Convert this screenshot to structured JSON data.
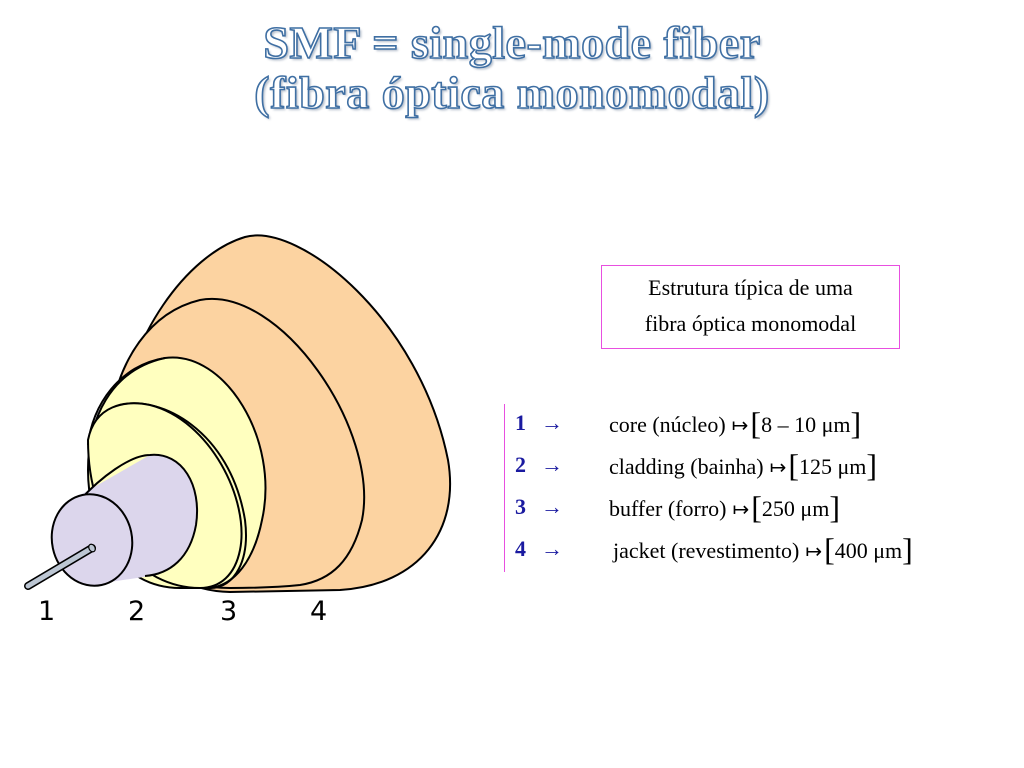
{
  "title": {
    "line1": "SMF = single-mode fiber",
    "line2": "(fibra óptica monomodal)"
  },
  "caption": {
    "line1": "Estrutura típica de uma",
    "line2": "fibra óptica monomodal"
  },
  "diagram_labels": [
    "1",
    "2",
    "3",
    "4"
  ],
  "layers": [
    {
      "num": "1",
      "arrow": "→",
      "desc": "core (núcleo)",
      "maps": "↦",
      "value": "8 – 10 μm"
    },
    {
      "num": "2",
      "arrow": "→",
      "desc": "cladding (bainha)",
      "maps": "↦",
      "value": "125 μm"
    },
    {
      "num": "3",
      "arrow": "→",
      "desc": "buffer (forro)",
      "maps": "↦",
      "value": "250 μm"
    },
    {
      "num": "4",
      "arrow": "→",
      "desc": "jacket (revestimento)",
      "maps": "↦",
      "value": "400 μm"
    }
  ],
  "colors": {
    "jacket": "#fcd3a1",
    "buffer": "#fcd3a1",
    "cladding": "#ffffbf",
    "core": "#dcd6ec",
    "fiber_tip": "#bcc6d3",
    "accent_border": "#e84fe0",
    "number_color": "#1a1aa0",
    "title_outline": "#3f6fa3"
  }
}
